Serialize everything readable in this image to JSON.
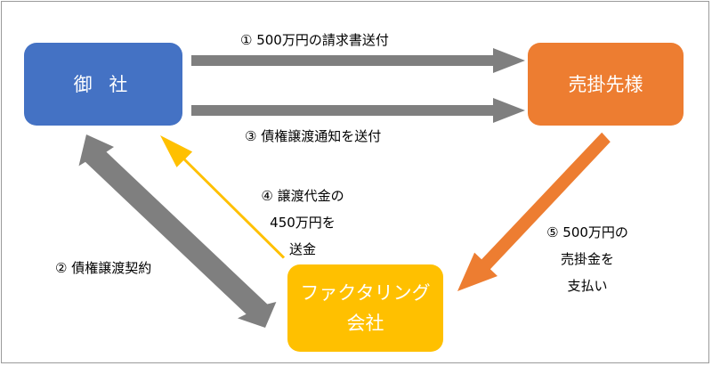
{
  "nodes": {
    "company": "御 社",
    "customer": "売掛先様",
    "factoring_line1": "ファクタリング",
    "factoring_line2": "会社"
  },
  "steps": {
    "s1": "① 500万円の請求書送付",
    "s2": "② 債権譲渡契約",
    "s3": "③ 債権譲渡通知を送付",
    "s4": [
      "④ 譲渡代金の",
      "450万円を",
      "送金"
    ],
    "s5": [
      "⑤ 500万円の",
      "売掛金を",
      "支払い"
    ]
  },
  "colors": {
    "company": "#4472C4",
    "customer": "#ED7D31",
    "factoring": "#FFC000",
    "arrow_gray": "#7F7F7F",
    "arrow_yellow": "#FFC000",
    "arrow_orange": "#ED7D31"
  }
}
